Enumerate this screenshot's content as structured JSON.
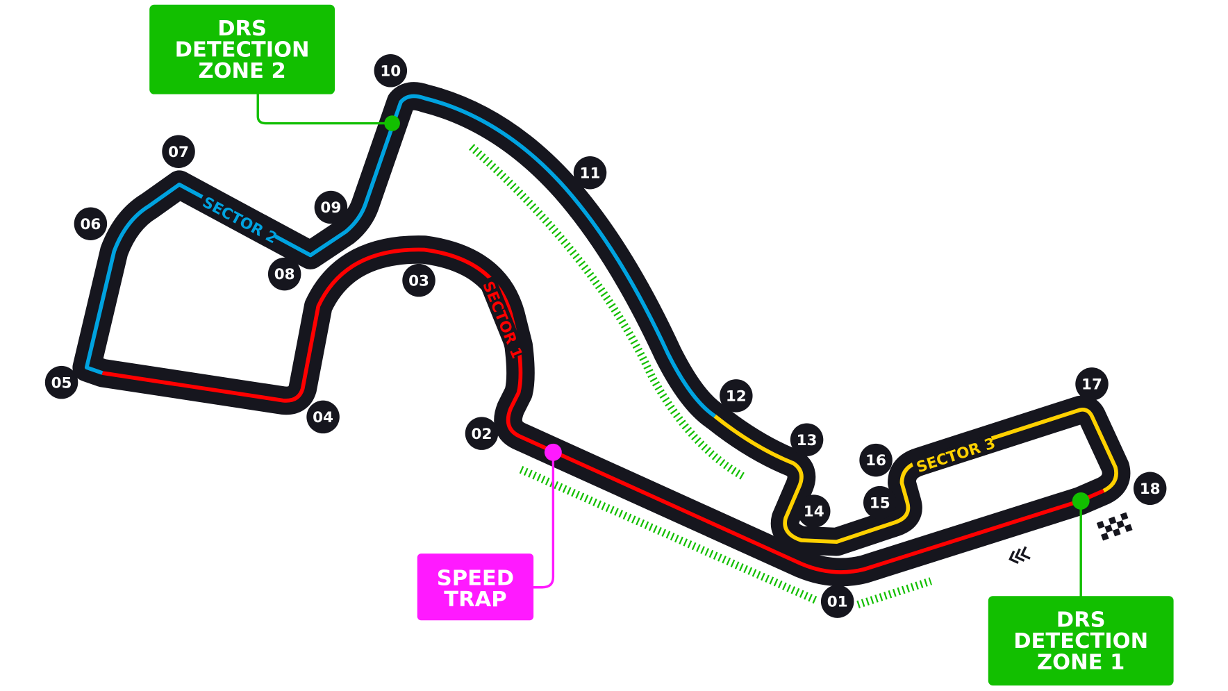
{
  "colors": {
    "track": "#16161e",
    "sector1": "#ff0000",
    "sector2": "#00a3e0",
    "sector3": "#ffd100",
    "drs": "#12bf00",
    "speed_trap": "#ff1aff"
  },
  "sectors": [
    {
      "label": "SECTOR 1"
    },
    {
      "label": "SECTOR 2"
    },
    {
      "label": "SECTOR 3"
    }
  ],
  "turns": [
    "01",
    "02",
    "03",
    "04",
    "05",
    "06",
    "07",
    "08",
    "09",
    "10",
    "11",
    "12",
    "13",
    "14",
    "15",
    "16",
    "17",
    "18"
  ],
  "callouts": {
    "drs_zone_2": [
      "DRS",
      "DETECTION",
      "ZONE 2"
    ],
    "drs_zone_1": [
      "DRS",
      "DETECTION",
      "ZONE 1"
    ],
    "speed_trap": [
      "SPEED",
      "TRAP"
    ]
  },
  "icons": [
    "chequered-flag-icon",
    "direction-chevrons-icon"
  ]
}
